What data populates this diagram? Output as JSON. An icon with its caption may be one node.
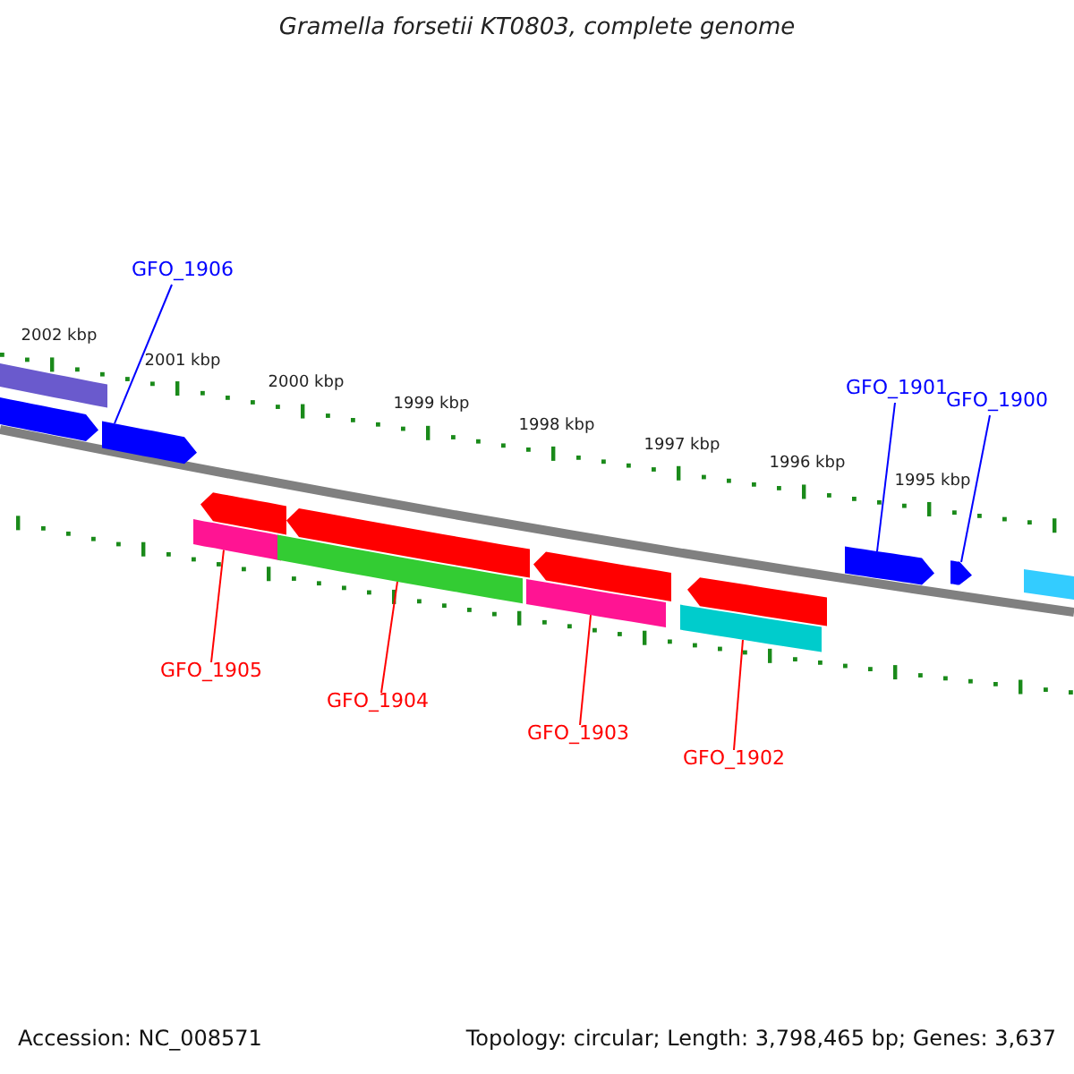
{
  "diagram": {
    "title": "Gramella forsetii KT0803, complete genome",
    "nodes": [
      {
        "text": [
          "GFO_1906"
        ]
      },
      {
        "text": [
          "GFO_1901"
        ]
      },
      {
        "text": [
          "GFO_1900"
        ]
      },
      {
        "text": [
          "GFO_1905"
        ]
      },
      {
        "text": [
          "GFO_1904"
        ]
      },
      {
        "text": [
          "GFO_1903"
        ]
      },
      {
        "text": [
          "GFO_1902"
        ]
      },
      {
        "text": [],
        "shape": "bar"
      },
      {
        "text": [],
        "shape": "pentagon"
      },
      {
        "text": [],
        "shape": "pentagon"
      },
      {
        "text": [],
        "shape": "pentagon"
      },
      {
        "text": [],
        "shape": "bar"
      },
      {
        "text": [],
        "shape": "pentagon"
      },
      {
        "text": [],
        "shape": "bar"
      },
      {
        "text": [],
        "shape": "pentagon"
      },
      {
        "text": [],
        "shape": "bar"
      },
      {
        "text": [],
        "shape": "pentagon"
      },
      {
        "text": [],
        "shape": "bar"
      },
      {
        "text": [],
        "shape": "pentagon"
      },
      {
        "text": [],
        "shape": "pentagon"
      },
      {
        "text": [],
        "shape": "bar"
      }
    ],
    "edges": [
      {
        "from": 0,
        "to": 9,
        "arrow": "none",
        "color": "#0000ff"
      },
      {
        "from": 1,
        "to": 18,
        "arrow": "none",
        "color": "#0000ff"
      },
      {
        "from": 2,
        "to": 19,
        "arrow": "none",
        "color": "#0000ff"
      },
      {
        "from": 3,
        "to": 11,
        "arrow": "none"
      },
      {
        "from": 4,
        "to": 13,
        "arrow": "none"
      },
      {
        "from": 5,
        "to": 15,
        "arrow": "none"
      },
      {
        "from": 6,
        "to": 17,
        "arrow": "none"
      }
    ],
    "labels": [
      "2002 kbp",
      "2001 kbp",
      "2000 kbp",
      "1999 kbp",
      "1998 kbp",
      "1997 kbp",
      "1996 kbp",
      "1995 kbp",
      "Accession: NC_008571",
      "Topology: circular; Length: 3,798,465 bp; Genes: 3,637"
    ]
  }
}
